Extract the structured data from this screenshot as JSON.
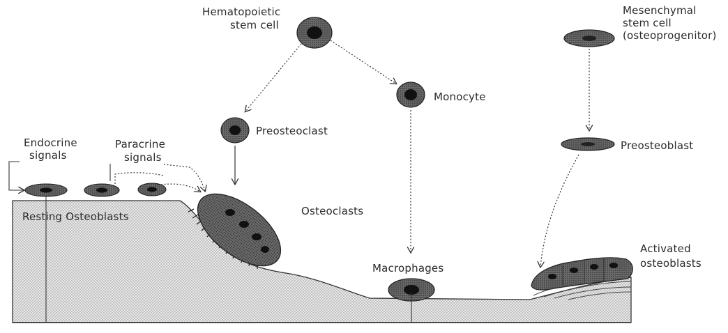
{
  "labels": {
    "hsc_line1": "Hematopoietic",
    "hsc_line2": "stem cell",
    "msc_line1": "Mesenchymal",
    "msc_line2": "stem cell",
    "msc_line3": "(osteoprogenitor)",
    "monocyte": "Monocyte",
    "preosteoclast": "Preosteoclast",
    "preosteoblast": "Preosteoblast",
    "endocrine_line1": "Endocrine",
    "endocrine_line2": "signals",
    "paracrine_line1": "Paracrine",
    "paracrine_line2": "signals",
    "osteoclasts": "Osteoclasts",
    "resting_osteoblasts": "Resting Osteoblasts",
    "macrophages": "Macrophages",
    "activated_line1": "Activated",
    "activated_line2": "osteoblasts"
  }
}
